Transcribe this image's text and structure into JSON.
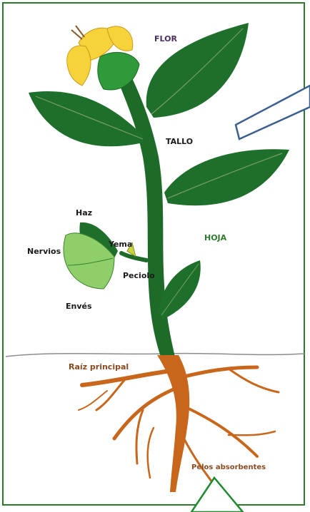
{
  "labels": {
    "flor": "FLOR",
    "tallo": "TALLO",
    "hoja": "HOJA",
    "haz": "Haz",
    "nervios": "Nervios",
    "yema": "Yema",
    "peciolo": "Peciolo",
    "enves": "Envés",
    "raiz": "Raíz principal",
    "pelos": "Pelos absorbentes"
  },
  "colors": {
    "frame": "#2f7a2f",
    "leaf": "#1f6f2c",
    "leaf_light": "#8fcf6a",
    "stem": "#1e6b29",
    "flower": "#f7d33b",
    "root": "#c8661b",
    "ground": "#8c8c8c",
    "box_blue": "#3b5f8f",
    "box_green": "#1f8a2f",
    "label_flor": "#4a2f5e",
    "label_hoja": "#2d7a2d",
    "label_raiz": "#8a4a20",
    "label_dark": "#1a1a1a"
  }
}
